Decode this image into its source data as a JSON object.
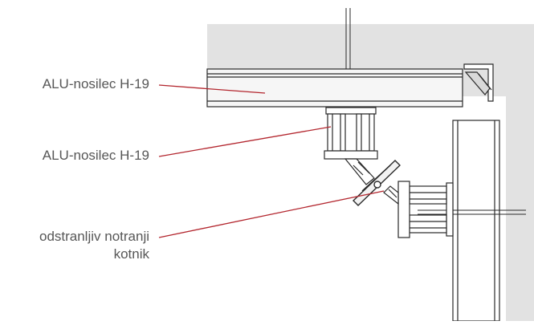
{
  "callouts": {
    "top_beam": "ALU-nosilec H-19",
    "lower_beam": "ALU-nosilec H-19",
    "corner_line1": "odstranljiv notranji",
    "corner_line2": "kotnik"
  },
  "colors": {
    "leader": "#b3262e",
    "text": "#575757",
    "wall_fill": "#e2e2e2",
    "line": "#2a2a2a"
  }
}
